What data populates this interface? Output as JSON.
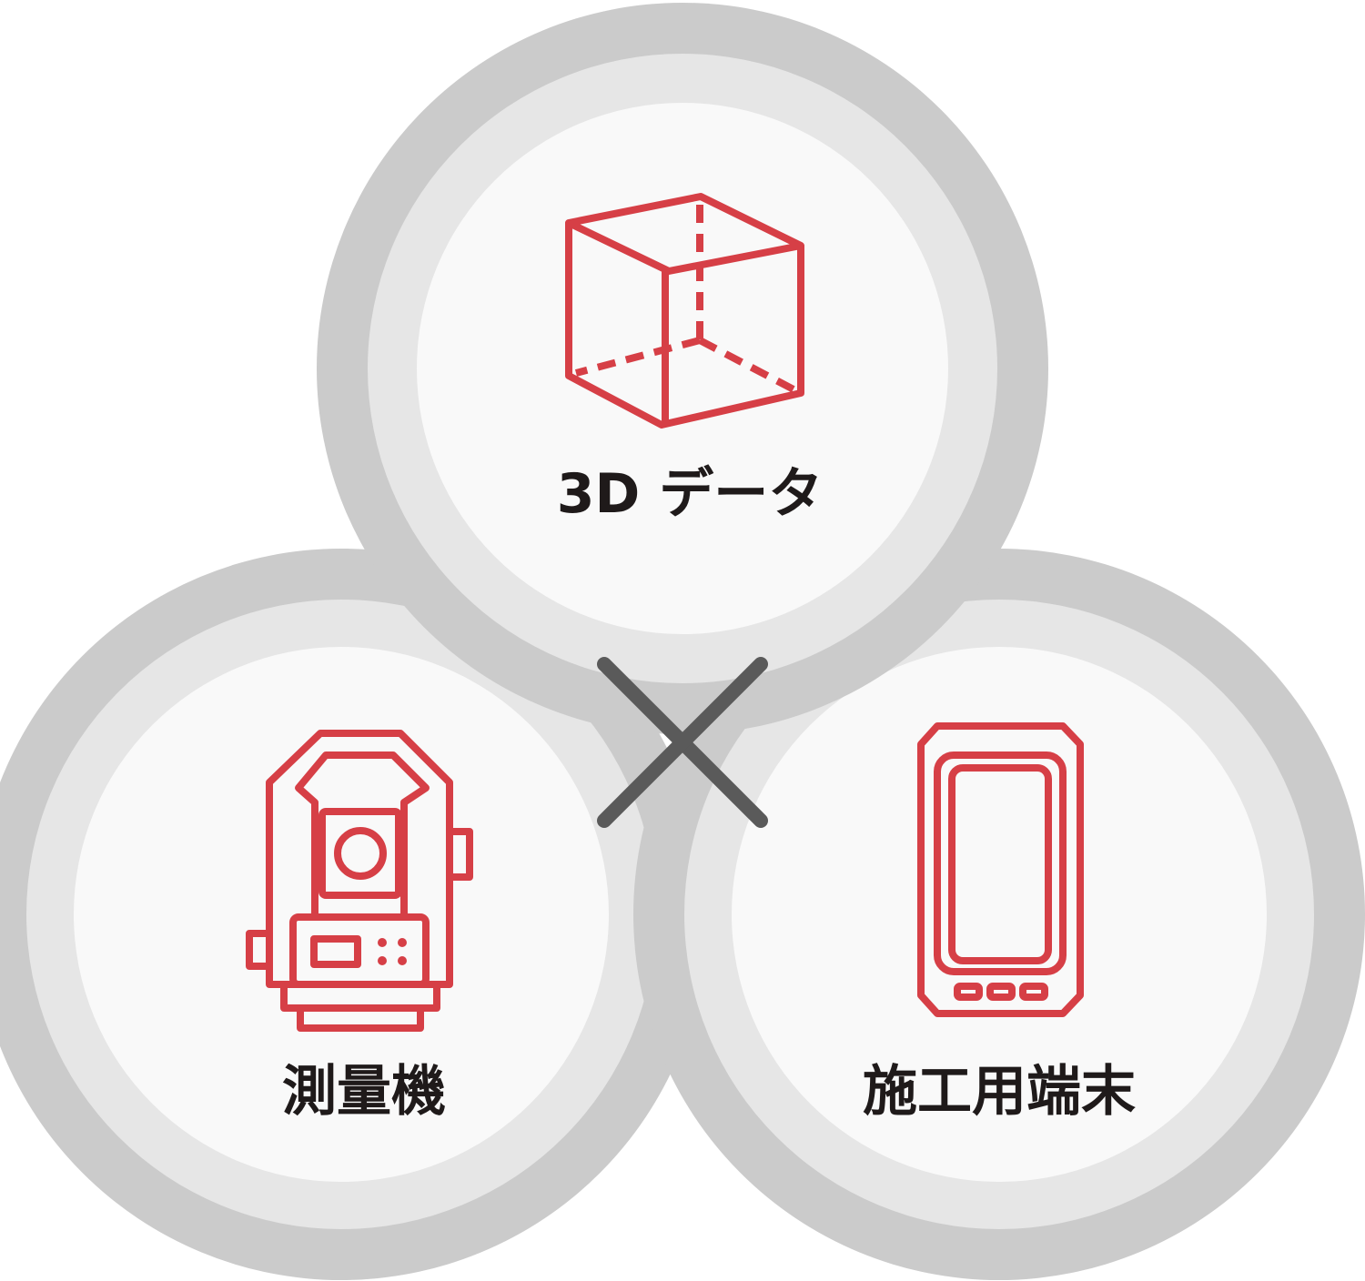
{
  "diagram": {
    "nodes": [
      {
        "id": "data",
        "label": "3D データ",
        "icon": "cube-icon"
      },
      {
        "id": "survey",
        "label": "測量機",
        "icon": "total-station-icon"
      },
      {
        "id": "terminal",
        "label": "施工用端末",
        "icon": "tablet-icon"
      }
    ],
    "connector_icon": "times-icon"
  },
  "colors": {
    "outer_ring": "#cbcbcb",
    "inner_ring": "#e6e6e6",
    "disc": "#f9f9f9",
    "icon": "#d63f46",
    "cross": "#5a5a5a",
    "text": "#1f1a1a"
  }
}
